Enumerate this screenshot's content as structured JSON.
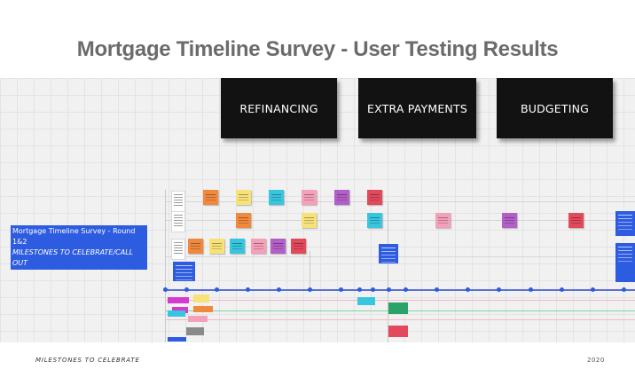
{
  "slide": {
    "title": "Mortgage Timeline Survey - User Testing Results",
    "footer_left": "MILESTONES TO CELEBRATE",
    "footer_right": "2020"
  },
  "board": {
    "cards": [
      "REFINANCING",
      "EXTRA PAYMENTS",
      "BUDGETING"
    ],
    "label": {
      "line1": "Mortgage Timeline Survey - Round 1&2",
      "line2": "MILESTONES TO CELEBRATE/CALL OUT"
    }
  },
  "colors": {
    "orange": "#f0883e",
    "yellow": "#f7e27a",
    "cyan": "#37c5df",
    "pink": "#f4a0b8",
    "purple": "#b25fc7",
    "red": "#e2495b",
    "blue": "#2d5ce0",
    "green": "#29a36a",
    "magenta": "#d43ad0",
    "grey": "#8a8a8a",
    "timeline": "#5b6fd6"
  }
}
